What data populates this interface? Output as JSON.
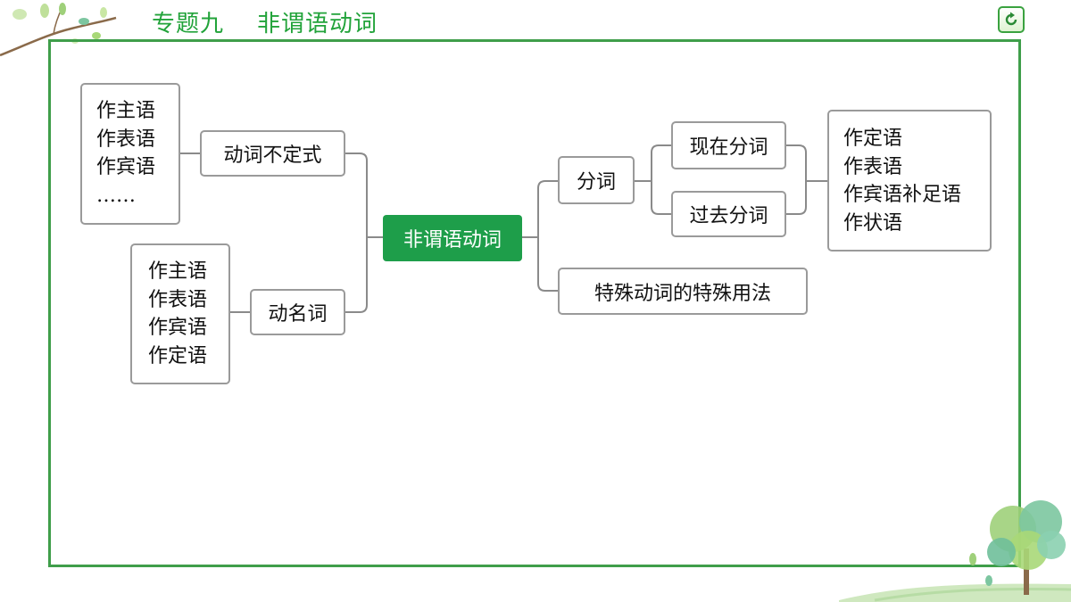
{
  "title": "专题九    非谓语动词",
  "diagram": {
    "root": "非谓语动词",
    "infinitive": {
      "label": "动词不定式",
      "uses": [
        "作主语",
        "作表语",
        "作宾语",
        "……"
      ]
    },
    "gerund": {
      "label": "动名词",
      "uses": [
        "作主语",
        "作表语",
        "作宾语",
        "作定语"
      ]
    },
    "participle": {
      "label": "分词",
      "present": "现在分词",
      "past": "过去分词",
      "uses": [
        "作定语",
        "作表语",
        "作宾语补足语",
        "作状语"
      ]
    },
    "special": "特殊动词的特殊用法"
  },
  "colors": {
    "accent": "#1e9e4a",
    "frame": "#3f9e4a",
    "title": "#22a33a"
  },
  "icons": {
    "back": "return-arrow-icon"
  }
}
